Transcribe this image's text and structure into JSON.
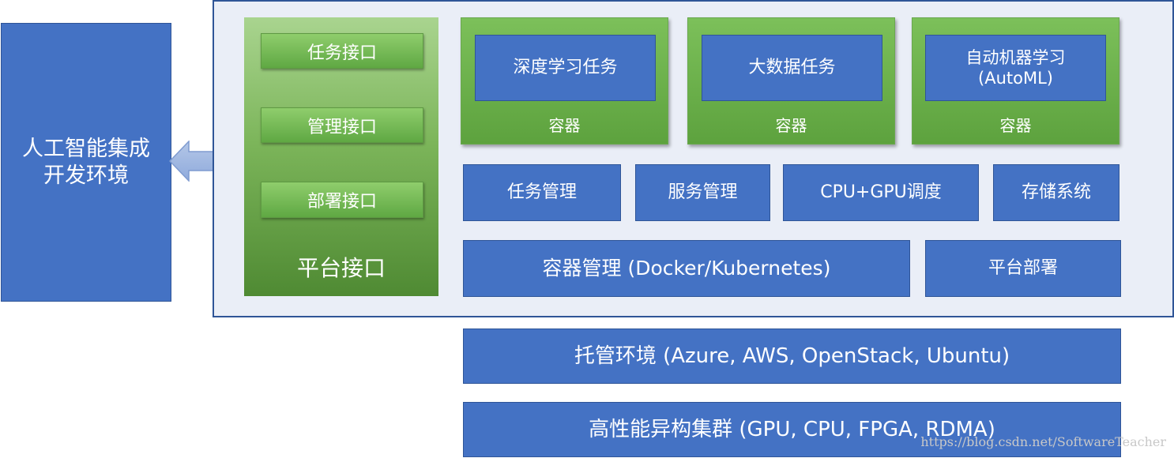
{
  "left_box": {
    "label": "人工智能集成\n开发环境"
  },
  "platform_interface": {
    "title": "平台接口",
    "items": [
      "任务接口",
      "管理接口",
      "部署接口"
    ]
  },
  "containers": [
    {
      "task": "深度学习任务",
      "label": "容器"
    },
    {
      "task": "大数据任务",
      "label": "容器"
    },
    {
      "task": "自动机器学习\n(AutoML)",
      "label": "容器"
    }
  ],
  "services": [
    "任务管理",
    "服务管理",
    "CPU+GPU调度",
    "存储系统"
  ],
  "container_mgmt": "容器管理 (Docker/Kubernetes)",
  "platform_deploy": "平台部署",
  "hosting": "托管环境 (Azure, AWS, OpenStack, Ubuntu)",
  "cluster": "高性能异构集群 (GPU, CPU, FPGA, RDMA)",
  "watermark": "https://blog.csdn.net/SoftwareTeacher",
  "colors": {
    "blue": "#4472c4",
    "panel_bg": "#eaeef7",
    "panel_border": "#2f5597",
    "green": "#70ad47"
  }
}
